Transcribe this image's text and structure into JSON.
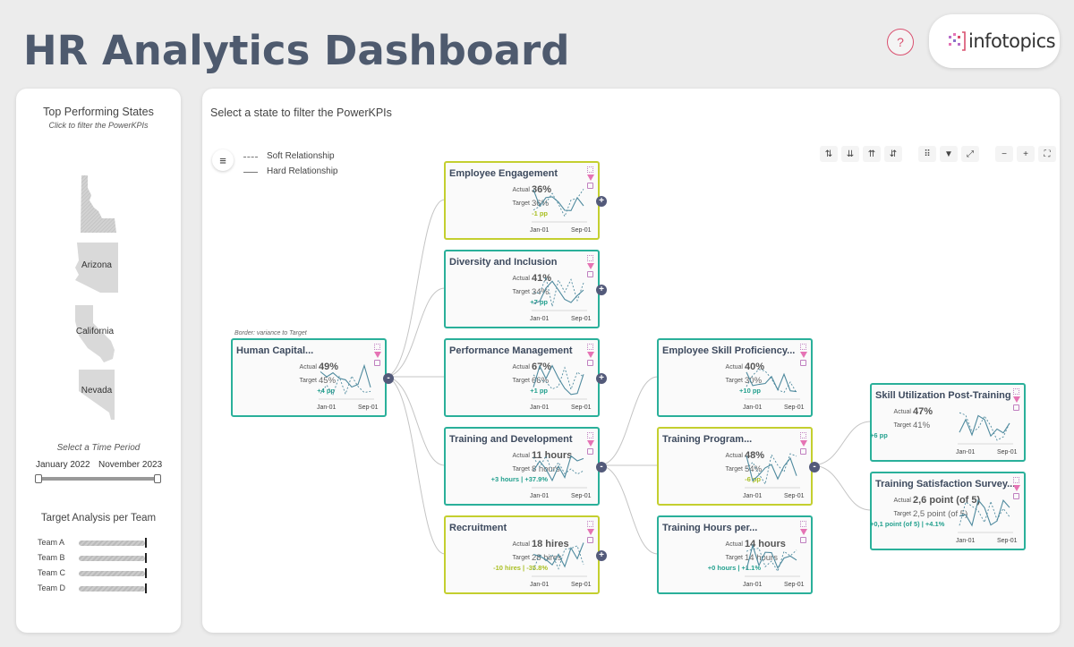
{
  "header": {
    "title": "HR Analytics Dashboard",
    "help_label": "?",
    "logo_text": "infotopics"
  },
  "left_panel": {
    "title": "Top Performing States",
    "subtitle": "Click to filter the PowerKPIs",
    "states": [
      {
        "name": "",
        "icon": "idaho-map-icon"
      },
      {
        "name": "Arizona",
        "icon": "arizona-map-icon"
      },
      {
        "name": "California",
        "icon": "california-map-icon"
      },
      {
        "name": "Nevada",
        "icon": "nevada-map-icon"
      }
    ],
    "period_title": "Select a Time Period",
    "period_start": "January 2022",
    "period_end": "November 2023",
    "team_title": "Target Analysis per Team",
    "teams": [
      {
        "label": "Team A"
      },
      {
        "label": "Team B"
      },
      {
        "label": "Team C"
      },
      {
        "label": "Team D"
      }
    ]
  },
  "main_panel": {
    "title": "Select a state to filter the PowerKPIs",
    "menu_icon": "≡",
    "legend_soft": "Soft Relationship",
    "legend_hard": "Hard Relationship",
    "border_note": "Border: variance to Target",
    "toolbar": [
      {
        "name": "sort-asc-button",
        "glyph": "⇅"
      },
      {
        "name": "sort-desc-button",
        "glyph": "⇊"
      },
      {
        "name": "sort-up-button",
        "glyph": "⇈"
      },
      {
        "name": "sort-down-button",
        "glyph": "⇵"
      },
      {
        "name": "grid-button",
        "glyph": "⠿"
      },
      {
        "name": "filter-button",
        "glyph": "▼"
      },
      {
        "name": "expand-button",
        "glyph": "⤢"
      },
      {
        "name": "zoom-out-button",
        "glyph": "−"
      },
      {
        "name": "zoom-in-button",
        "glyph": "+"
      },
      {
        "name": "fit-screen-button",
        "glyph": "⛶"
      }
    ]
  },
  "colors": {
    "good": "#2ab09a",
    "warn": "#c4cf2f",
    "toggle": "#535a7a",
    "accent": "#d9506f"
  },
  "nodes": [
    {
      "title": "Human Capital...",
      "actual_label": "Actual",
      "actual": "49%",
      "target_label": "Target",
      "target": "45%",
      "variance": "+4 pp",
      "status": "pos",
      "x_start": "Jan-01",
      "x_end": "Sep-01",
      "toggle": "-"
    },
    {
      "title": "Employee Engagement",
      "actual_label": "Actual",
      "actual": "36%",
      "target_label": "Target",
      "target": "36%",
      "variance": "-1 pp",
      "status": "neg",
      "x_start": "Jan-01",
      "x_end": "Sep-01",
      "toggle": "+"
    },
    {
      "title": "Diversity and Inclusion",
      "actual_label": "Actual",
      "actual": "41%",
      "target_label": "Target",
      "target": "34%",
      "variance": "+7 pp",
      "status": "pos",
      "x_start": "Jan-01",
      "x_end": "Sep-01",
      "toggle": "+"
    },
    {
      "title": "Performance Management",
      "actual_label": "Actual",
      "actual": "67%",
      "target_label": "Target",
      "target": "66%",
      "variance": "+1 pp",
      "status": "pos",
      "x_start": "Jan-01",
      "x_end": "Sep-01",
      "toggle": "+"
    },
    {
      "title": "Training and Development",
      "actual_label": "Actual",
      "actual": "11 hours",
      "target_label": "Target",
      "target": "8 hours",
      "variance": "+3 hours | +37.9%",
      "status": "pos",
      "x_start": "Jan-01",
      "x_end": "Sep-01",
      "toggle": "-"
    },
    {
      "title": "Recruitment",
      "actual_label": "Actual",
      "actual": "18 hires",
      "target_label": "Target",
      "target": "28 hires",
      "variance": "-10 hires | -35.8%",
      "status": "neg",
      "x_start": "Jan-01",
      "x_end": "Sep-01",
      "toggle": "+"
    },
    {
      "title": "Employee Skill Proficiency...",
      "actual_label": "Actual",
      "actual": "40%",
      "target_label": "Target",
      "target": "30%",
      "variance": "+10 pp",
      "status": "pos",
      "x_start": "Jan-01",
      "x_end": "Sep-01",
      "toggle": ""
    },
    {
      "title": "Training Program...",
      "actual_label": "Actual",
      "actual": "48%",
      "target_label": "Target",
      "target": "54%",
      "variance": "-6 pp",
      "status": "neg",
      "x_start": "Jan-01",
      "x_end": "Sep-01",
      "toggle": "-"
    },
    {
      "title": "Training Hours per...",
      "actual_label": "Actual",
      "actual": "14 hours",
      "target_label": "Target",
      "target": "14 hours",
      "variance": "+0 hours | +1.1%",
      "status": "pos",
      "x_start": "Jan-01",
      "x_end": "Sep-01",
      "toggle": ""
    },
    {
      "title": "Skill Utilization Post-Training",
      "actual_label": "Actual",
      "actual": "47%",
      "target_label": "Target",
      "target": "41%",
      "variance": "+6 pp",
      "status": "pos",
      "x_start": "Jan-01",
      "x_end": "Sep-01",
      "toggle": ""
    },
    {
      "title": "Training Satisfaction Survey...",
      "actual_label": "Actual",
      "actual": "2,6 point (of 5)",
      "target_label": "Target",
      "target": "2,5 point (of 5)",
      "variance": "+0,1 point (of 5) | +4.1%",
      "status": "pos",
      "x_start": "Jan-01",
      "x_end": "Sep-01",
      "toggle": ""
    }
  ]
}
